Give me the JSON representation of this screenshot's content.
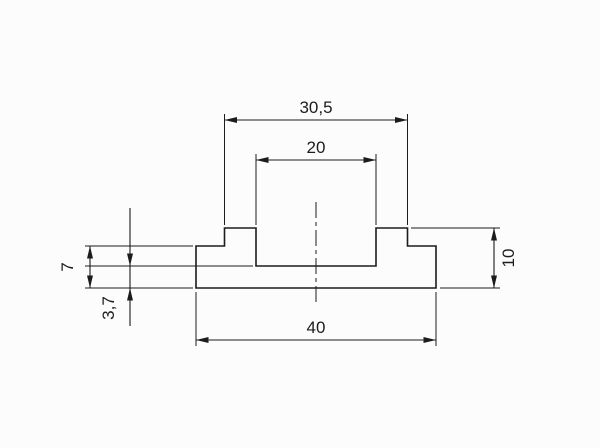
{
  "drawing": {
    "type": "technical-cross-section",
    "subject": "t-slot-profile",
    "background_color": "#fcfcfc",
    "line_color": "#1c1c1c",
    "dimensions": {
      "slot_outer_width": {
        "label": "30,5",
        "value": 30.5
      },
      "slot_inner_width": {
        "label": "20",
        "value": 20
      },
      "base_width": {
        "label": "40",
        "value": 40
      },
      "total_height": {
        "label": "10",
        "value": 10
      },
      "shoulder_height": {
        "label": "7",
        "value": 7
      },
      "base_thickness": {
        "label": "3,7",
        "value": 3.7
      }
    }
  }
}
